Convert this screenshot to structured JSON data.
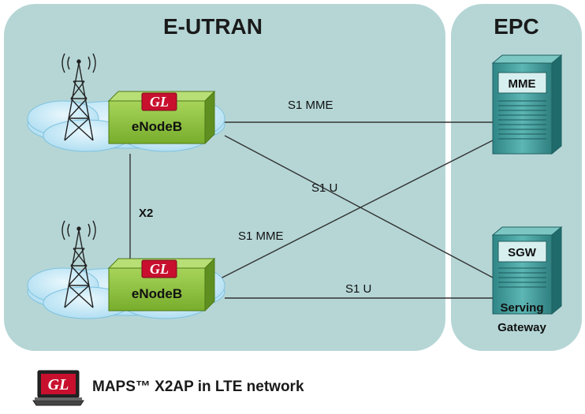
{
  "panels": {
    "eutran_title": "E-UTRAN",
    "epc_title": "EPC"
  },
  "nodes": {
    "enodeb_top": {
      "brand": "GL",
      "label": "eNodeB"
    },
    "enodeb_bottom": {
      "brand": "GL",
      "label": "eNodeB"
    },
    "mme": {
      "label": "MME"
    },
    "sgw": {
      "label": "SGW",
      "caption_line1": "Serving",
      "caption_line2": "Gateway"
    }
  },
  "links": {
    "s1_mme_top": "S1 MME",
    "s1_u_top": "S1 U",
    "x2": "X2",
    "s1_mme_bottom": "S1 MME",
    "s1_u_bottom": "S1 U"
  },
  "footer": {
    "brand": "GL",
    "caption": "MAPS™ X2AP in LTE network"
  },
  "colors": {
    "panel": "#b6d6d6",
    "cloud": "#bfe6f6",
    "enodeb_box": "#8cc43c",
    "gl_badge": "#c8102e",
    "server": "#3a9a9a"
  }
}
